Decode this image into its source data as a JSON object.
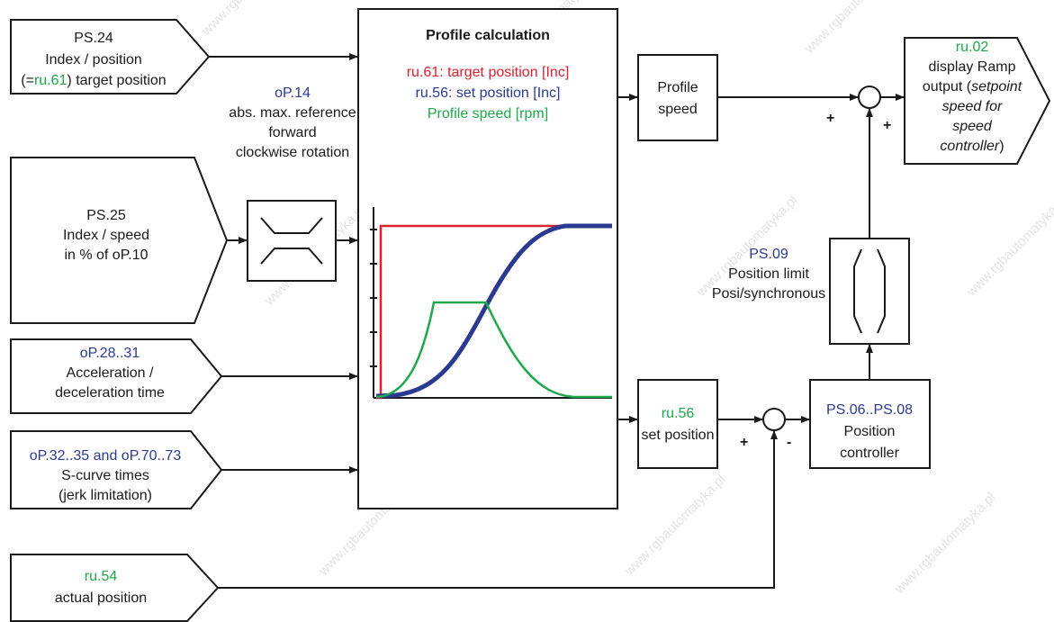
{
  "colors": {
    "red": "#e0202e",
    "blue": "#2b3a91",
    "green": "#1fa84a",
    "line": "#1a1a1a"
  },
  "watermark": "www.rgbautomatyka.pl",
  "inputs": {
    "ps24": {
      "code": "PS.24",
      "line1": "Index / position",
      "line2_pre": "(=",
      "line2_code": "ru.61",
      "line2_post": ") target position"
    },
    "ps25": {
      "code": "PS.25",
      "line1": "Index / speed",
      "line2": "in % of oP.10"
    },
    "op28": {
      "code": "oP.28..31",
      "line1": "Acceleration /",
      "line2": "deceleration time"
    },
    "op32": {
      "code": "oP.32..35 and oP.70..73",
      "line1": "S-curve times",
      "line2": "(jerk limitation)"
    },
    "ru54": {
      "code": "ru.54",
      "line1": "actual position"
    }
  },
  "limiter_op14": {
    "code": "oP.14",
    "line1": "abs. max. reference",
    "line2": "forward",
    "line3": "clockwise rotation"
  },
  "profile_block": {
    "title": "Profile calculation",
    "legend_red": "ru.61: target position [Inc]",
    "legend_blue": "ru.56: set position [Inc]",
    "legend_green": "Profile speed [rpm]"
  },
  "profile_speed_block": {
    "line1": "Profile",
    "line2": "speed"
  },
  "set_position_block": {
    "code": "ru.56",
    "line1": "set position"
  },
  "position_controller": {
    "code": "PS.06..PS.08",
    "line1": "Position",
    "line2": "controller"
  },
  "position_limit": {
    "code": "PS.09",
    "line1": "Position limit",
    "line2": "Posi/synchronous"
  },
  "output_ru02": {
    "code": "ru.02",
    "line1": "display Ramp",
    "line2_pre": "output (",
    "line2_italic": "setpoint",
    "line3": "speed for",
    "line4": "speed",
    "line5_italic": "controller",
    "line5_post": ")"
  },
  "signs": {
    "plus": "+",
    "minus": "-"
  }
}
